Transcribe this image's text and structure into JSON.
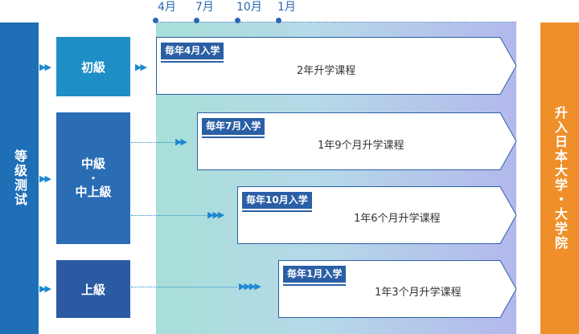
{
  "timeline": {
    "months": [
      "4月",
      "7月",
      "10月",
      "1月"
    ]
  },
  "left_label": "等级测试",
  "right_label": "升入日本大学・大学院",
  "levels": {
    "beginner": "初級",
    "intermediate_line1": "中級",
    "intermediate_dot": "・",
    "intermediate_line2": "中上級",
    "advanced": "上級"
  },
  "courses": [
    {
      "tag": "毎年4月入学",
      "title": "2年升学课程"
    },
    {
      "tag": "毎年7月入学",
      "title": "1年9个月升学课程"
    },
    {
      "tag": "毎年10月入学",
      "title": "1年6个月升学课程"
    },
    {
      "tag": "毎年1月入学",
      "title": "1年3个月升学课程"
    }
  ],
  "colors": {
    "left_bar": "#1f6fb7",
    "right_bar": "#ef8f2a",
    "beginner": "#1e8fc6",
    "intermediate": "#2a6db5",
    "advanced": "#2b5aa3",
    "tag": "#2b5fa5"
  }
}
